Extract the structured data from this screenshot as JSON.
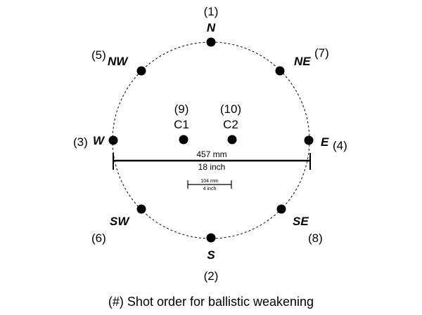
{
  "points": [
    {
      "id": "N",
      "label": "N",
      "order": "(1)"
    },
    {
      "id": "S",
      "label": "S",
      "order": "(2)"
    },
    {
      "id": "W",
      "label": "W",
      "order": "(3)"
    },
    {
      "id": "E",
      "label": "E",
      "order": "(4)"
    },
    {
      "id": "NW",
      "label": "NW",
      "order": "(5)"
    },
    {
      "id": "SW",
      "label": "SW",
      "order": "(6)"
    },
    {
      "id": "NE",
      "label": "NE",
      "order": "(7)"
    },
    {
      "id": "SE",
      "label": "SE",
      "order": "(8)"
    },
    {
      "id": "C1",
      "label": "C1",
      "order": "(9)"
    },
    {
      "id": "C2",
      "label": "C2",
      "order": "(10)"
    }
  ],
  "dimensions": {
    "large": {
      "mm": "457 mm",
      "inch": "18 inch"
    },
    "small": {
      "mm": "104 mm",
      "inch": "4 inch"
    }
  },
  "caption": "(#) Shot order for ballistic weakening",
  "colors": {
    "ink": "#000000",
    "background": "#ffffff"
  }
}
